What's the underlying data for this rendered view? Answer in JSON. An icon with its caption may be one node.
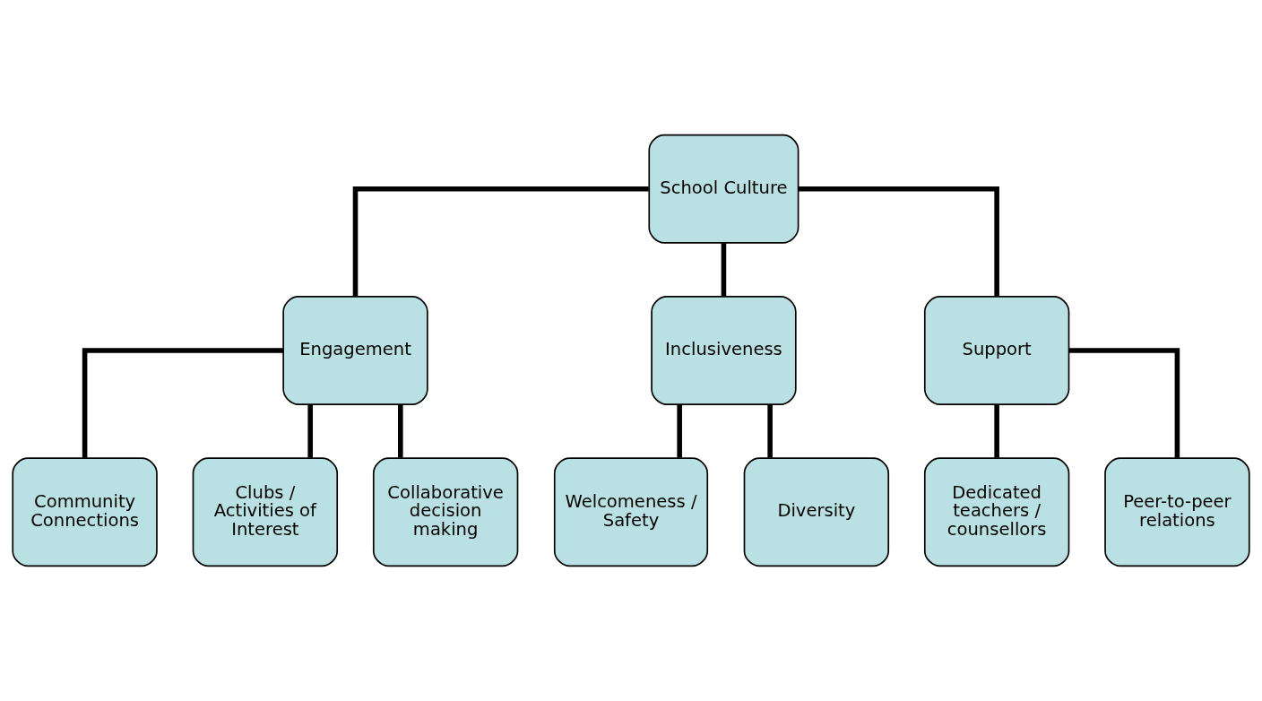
{
  "diagram": {
    "nodes": [
      {
        "text": [
          "School Culture"
        ]
      },
      {
        "text": [
          "Engagement"
        ]
      },
      {
        "text": [
          "Inclusiveness"
        ]
      },
      {
        "text": [
          "Support"
        ]
      },
      {
        "text": [
          "Community Connections"
        ]
      },
      {
        "text": [
          "Clubs / Activities of Interest"
        ]
      },
      {
        "text": [
          "Collaborative decision making"
        ]
      },
      {
        "text": [
          "Welcomeness / Safety"
        ]
      },
      {
        "text": [
          "Diversity"
        ]
      },
      {
        "text": [
          "Dedicated teachers / counsellors"
        ]
      },
      {
        "text": [
          "Peer-to-peer relations"
        ]
      }
    ],
    "edges": [
      {
        "from": 0,
        "to": 1,
        "arrow": "none"
      },
      {
        "from": 0,
        "to": 2,
        "arrow": "none"
      },
      {
        "from": 0,
        "to": 3,
        "arrow": "none"
      },
      {
        "from": 1,
        "to": 4,
        "arrow": "none"
      },
      {
        "from": 1,
        "to": 5,
        "arrow": "none"
      },
      {
        "from": 1,
        "to": 6,
        "arrow": "none"
      },
      {
        "from": 2,
        "to": 7,
        "arrow": "none"
      },
      {
        "from": 2,
        "to": 8,
        "arrow": "none"
      },
      {
        "from": 3,
        "to": 9,
        "arrow": "none"
      },
      {
        "from": 3,
        "to": 10,
        "arrow": "none"
      }
    ]
  }
}
